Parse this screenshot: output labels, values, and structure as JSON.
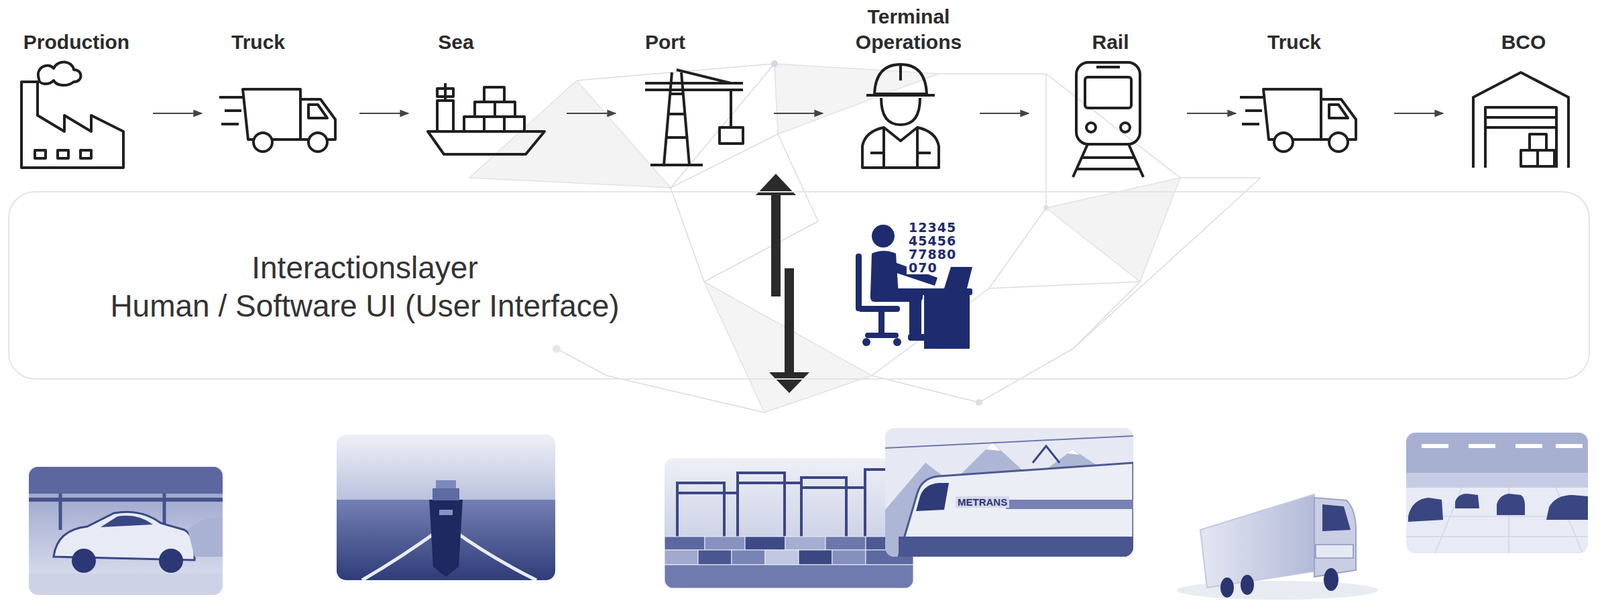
{
  "diagram": {
    "nodes": [
      {
        "text": [
          "Production"
        ]
      },
      {
        "text": [
          "Truck"
        ]
      },
      {
        "text": [
          "Sea"
        ]
      },
      {
        "text": [
          "Port"
        ]
      },
      {
        "text": [
          "Terminal Operations"
        ]
      },
      {
        "text": [
          "Rail"
        ]
      },
      {
        "text": [
          "Truck"
        ]
      },
      {
        "text": [
          "BCO"
        ]
      },
      {
        "text": [
          "Interactionslayer",
          "Human / Software UI (User Interface)"
        ]
      }
    ],
    "edges": [
      {
        "from": 0,
        "to": 1,
        "arrow": "to"
      },
      {
        "from": 1,
        "to": 2,
        "arrow": "to"
      },
      {
        "from": 2,
        "to": 3,
        "arrow": "to"
      },
      {
        "from": 3,
        "to": 4,
        "arrow": "to"
      },
      {
        "from": 4,
        "to": 5,
        "arrow": "to"
      },
      {
        "from": 5,
        "to": 6,
        "arrow": "to"
      },
      {
        "from": 6,
        "to": 7,
        "arrow": "to"
      }
    ],
    "labels": [
      "12345",
      "45456",
      "77880",
      "070",
      "METRANS"
    ]
  }
}
